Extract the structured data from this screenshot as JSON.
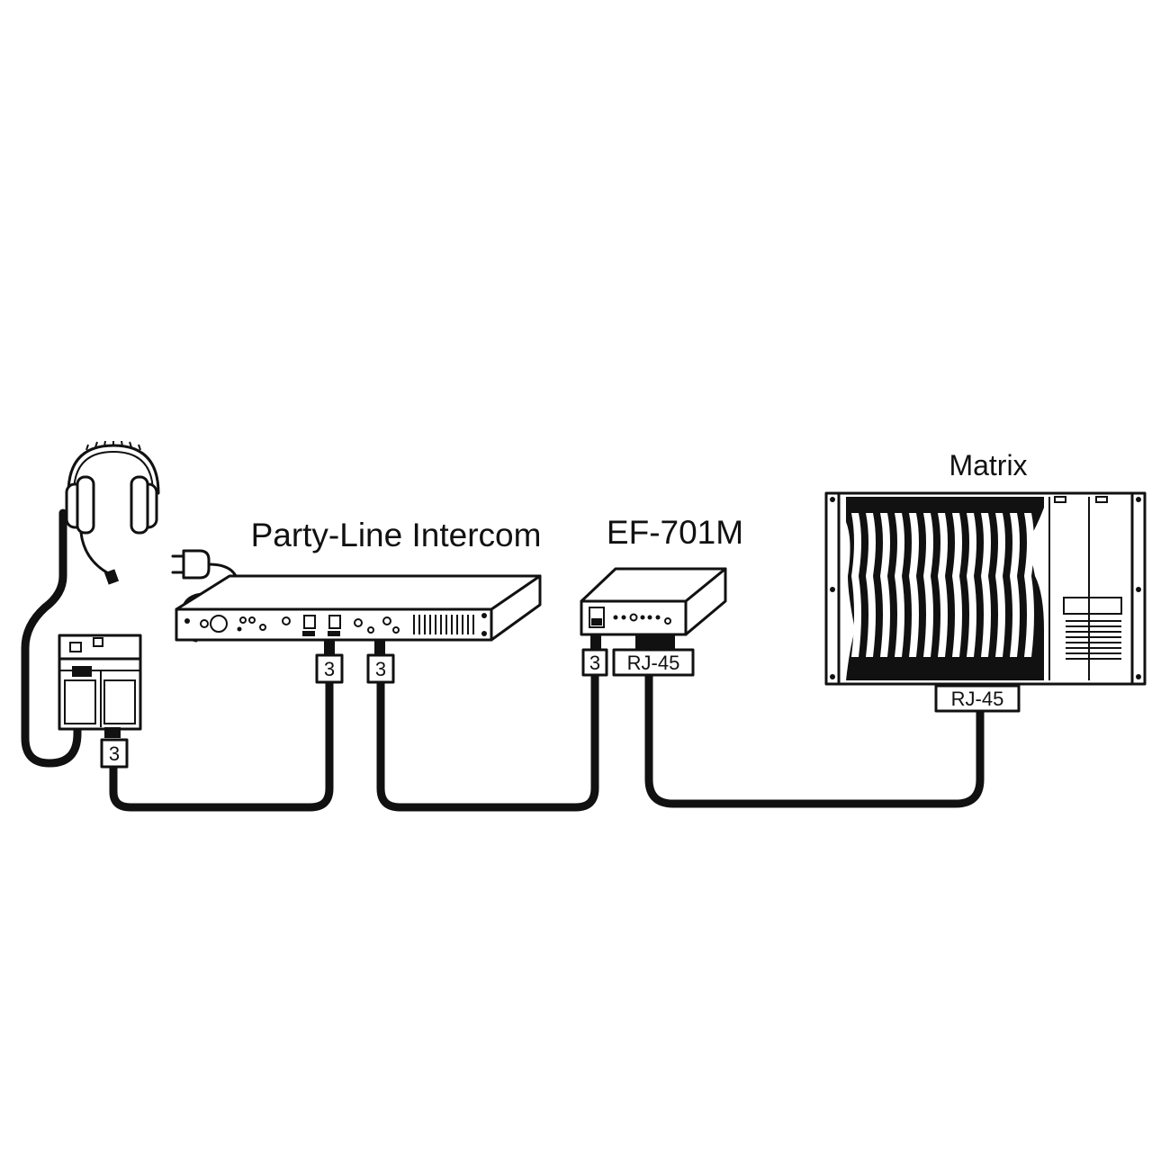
{
  "diagram": {
    "labels": {
      "party_line_intercom": "Party-Line Intercom",
      "ef701m": "EF-701M",
      "matrix": "Matrix"
    },
    "connectors": {
      "beltpack_xlr": "3",
      "intercom_xlr_left": "3",
      "intercom_xlr_right": "3",
      "ef701m_xlr": "3",
      "ef701m_rj45": "RJ-45",
      "matrix_rj45": "RJ-45"
    },
    "colors": {
      "stroke": "#111111",
      "background": "#ffffff"
    },
    "icons": [
      "headset-icon",
      "beltpack-icon",
      "power-plug-icon",
      "rack-unit-icon",
      "converter-box-icon",
      "matrix-frame-icon"
    ]
  }
}
